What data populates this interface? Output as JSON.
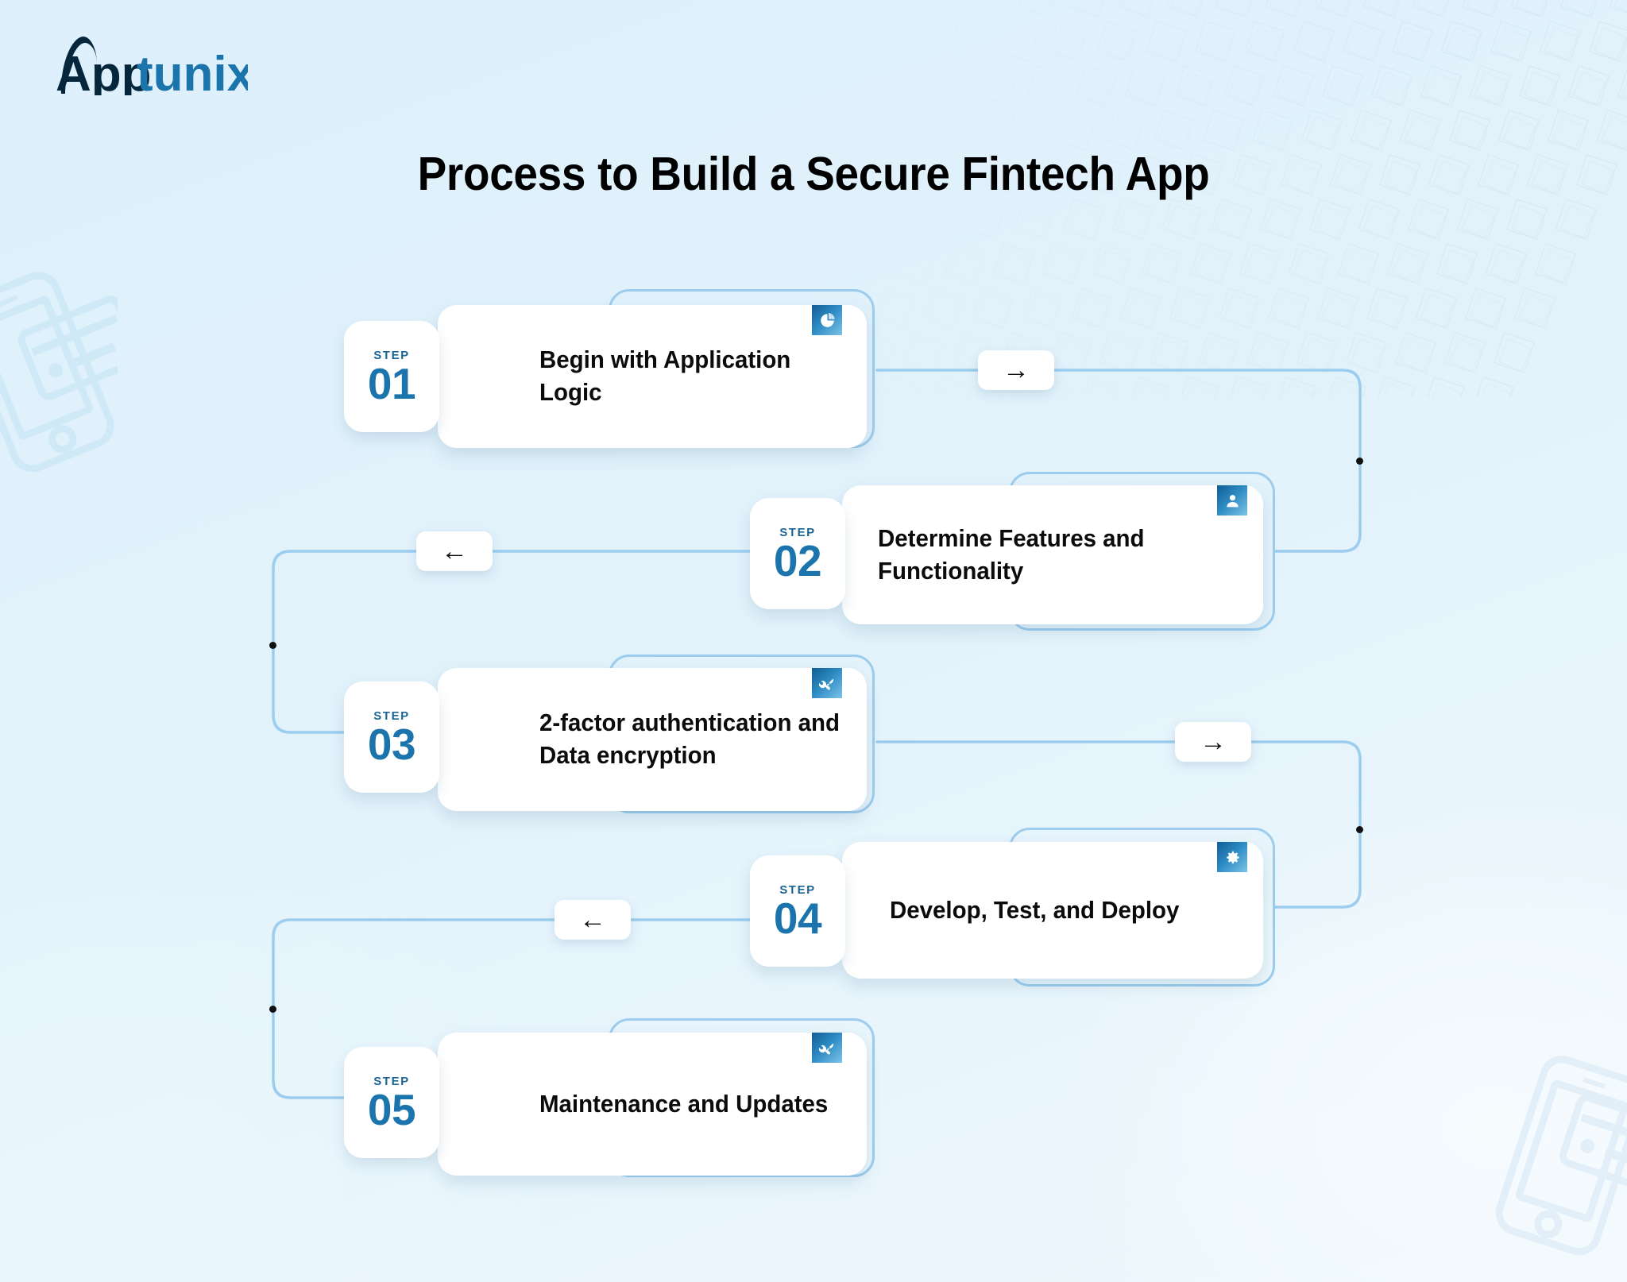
{
  "brand": {
    "name_dark": "App",
    "name_light": "tunix",
    "color_dark": "#06263c",
    "color_light": "#1b75ac"
  },
  "title": "Process to Build a Secure Fintech App",
  "theme": {
    "background": "#dff1fb",
    "accent_blue": "#1b75ac",
    "connector_blue": "#9ccdee",
    "card_white": "#ffffff",
    "title_black": "#000000"
  },
  "step_label": "STEP",
  "steps": [
    {
      "number": "01",
      "title": "Begin with Application Logic",
      "icon": "pie-chart-icon"
    },
    {
      "number": "02",
      "title": "Determine Features and\nFunctionality",
      "icon": "user-icon"
    },
    {
      "number": "03",
      "title": "2-factor authentication and\nData encryption",
      "icon": "wrench-icon"
    },
    {
      "number": "04",
      "title": "Develop, Test, and Deploy",
      "icon": "gear-icon"
    },
    {
      "number": "05",
      "title": "Maintenance and Updates",
      "icon": "wrench-icon"
    }
  ],
  "connectors": [
    {
      "id": "c1",
      "direction": "right",
      "glyph": "→"
    },
    {
      "id": "c2",
      "direction": "left",
      "glyph": "←"
    },
    {
      "id": "c3",
      "direction": "right",
      "glyph": "→"
    },
    {
      "id": "c4",
      "direction": "left",
      "glyph": "←"
    }
  ]
}
